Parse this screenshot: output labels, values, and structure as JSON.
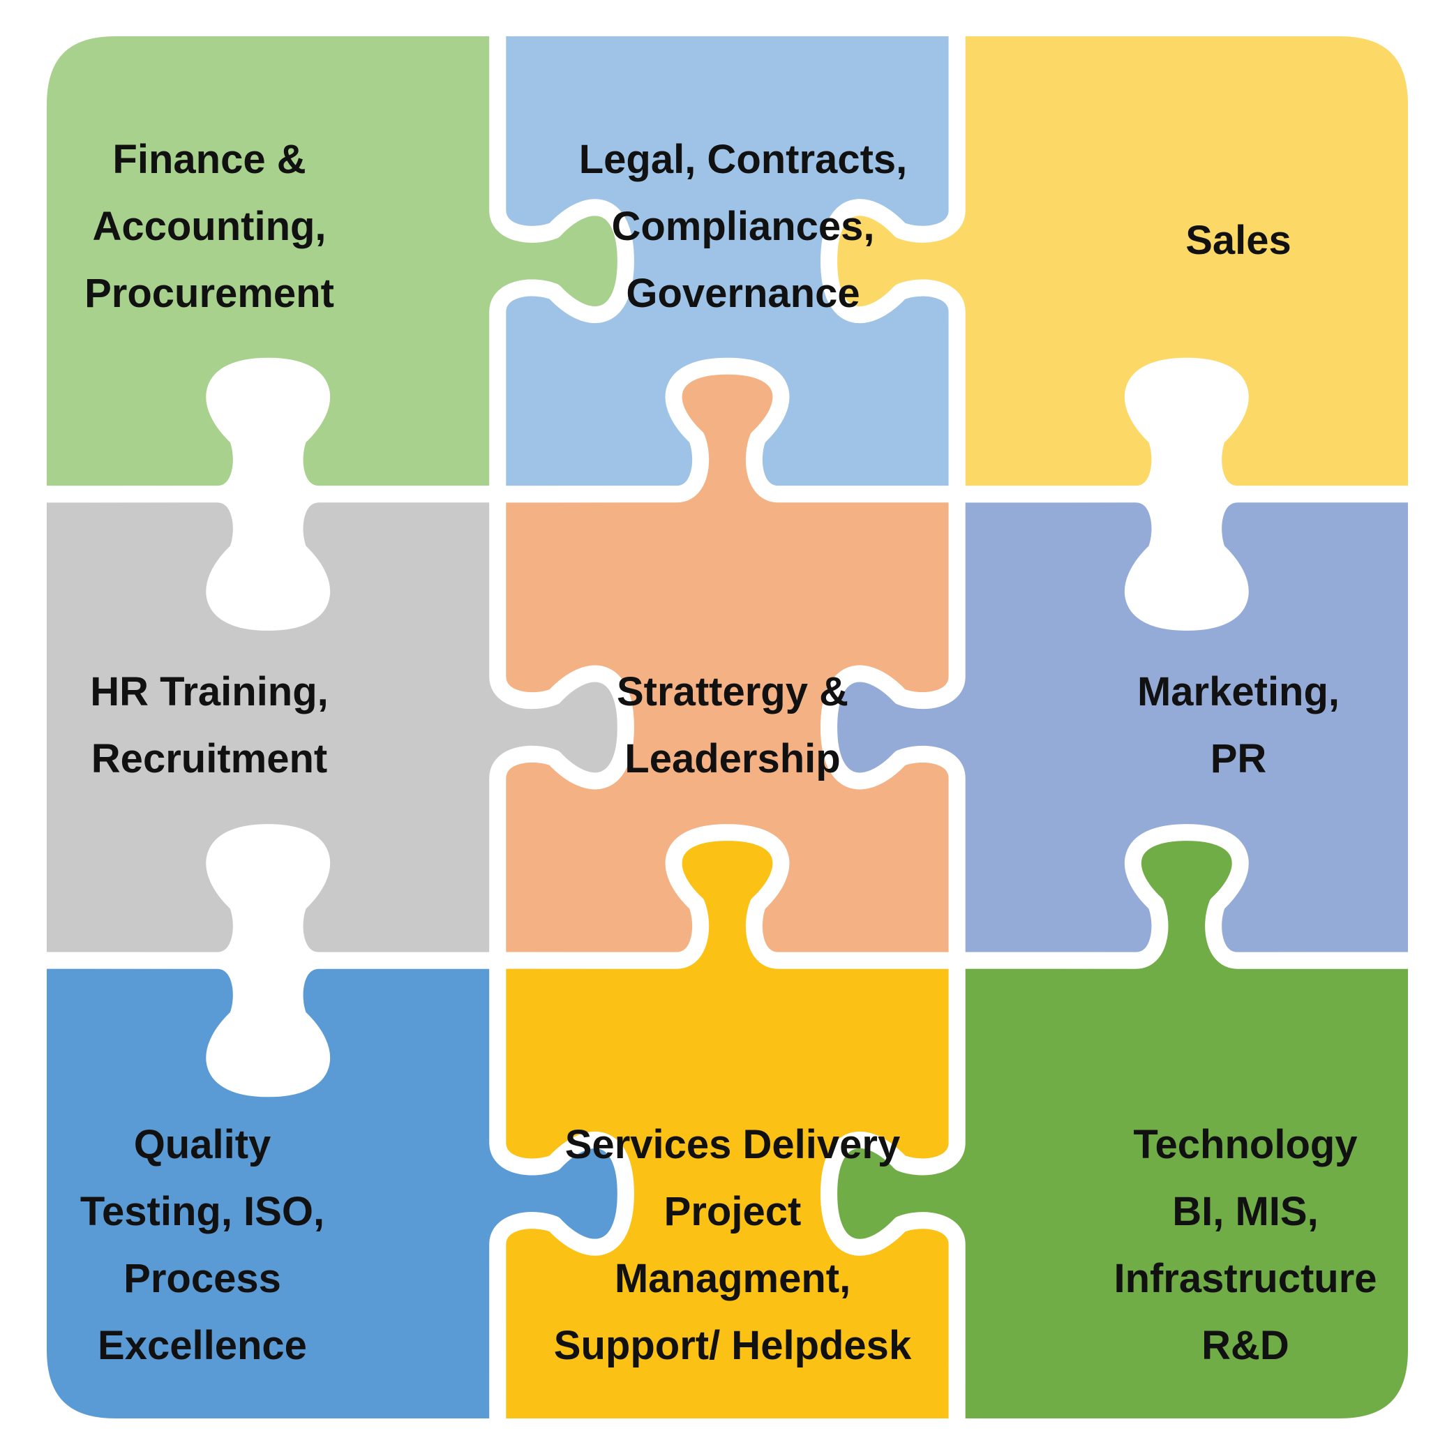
{
  "diagram": {
    "type": "jigsaw-puzzle",
    "colors": {
      "background": "#ffffff",
      "seam": "#ffffff",
      "text": "#111111"
    },
    "pieces": [
      {
        "id": "finance",
        "color": "#a9d18e",
        "lines": [
          "Finance &",
          "Accounting,",
          "Procurement"
        ]
      },
      {
        "id": "legal",
        "color": "#9fc3e7",
        "lines": [
          "Legal, Contracts,",
          "Compliances,",
          "Governance"
        ]
      },
      {
        "id": "sales",
        "color": "#fcd966",
        "lines": [
          "Sales"
        ]
      },
      {
        "id": "hr",
        "color": "#c9c9c9",
        "lines": [
          "HR Training,",
          "Recruitment"
        ]
      },
      {
        "id": "strategy",
        "color": "#f4b183",
        "lines": [
          "Strattergy &",
          "Leadership"
        ]
      },
      {
        "id": "marketing",
        "color": "#95abd7",
        "lines": [
          "Marketing,",
          "PR"
        ]
      },
      {
        "id": "quality",
        "color": "#5b9bd5",
        "lines": [
          "Quality",
          "Testing, ISO,",
          "Process",
          "Excellence"
        ]
      },
      {
        "id": "services",
        "color": "#fbc114",
        "lines": [
          "Services Delivery",
          "Project",
          "Managment,",
          "Support/ Helpdesk"
        ]
      },
      {
        "id": "technology",
        "color": "#70ad47",
        "lines": [
          "Technology",
          "BI, MIS,",
          "Infrastructure",
          "R&D"
        ]
      }
    ]
  }
}
